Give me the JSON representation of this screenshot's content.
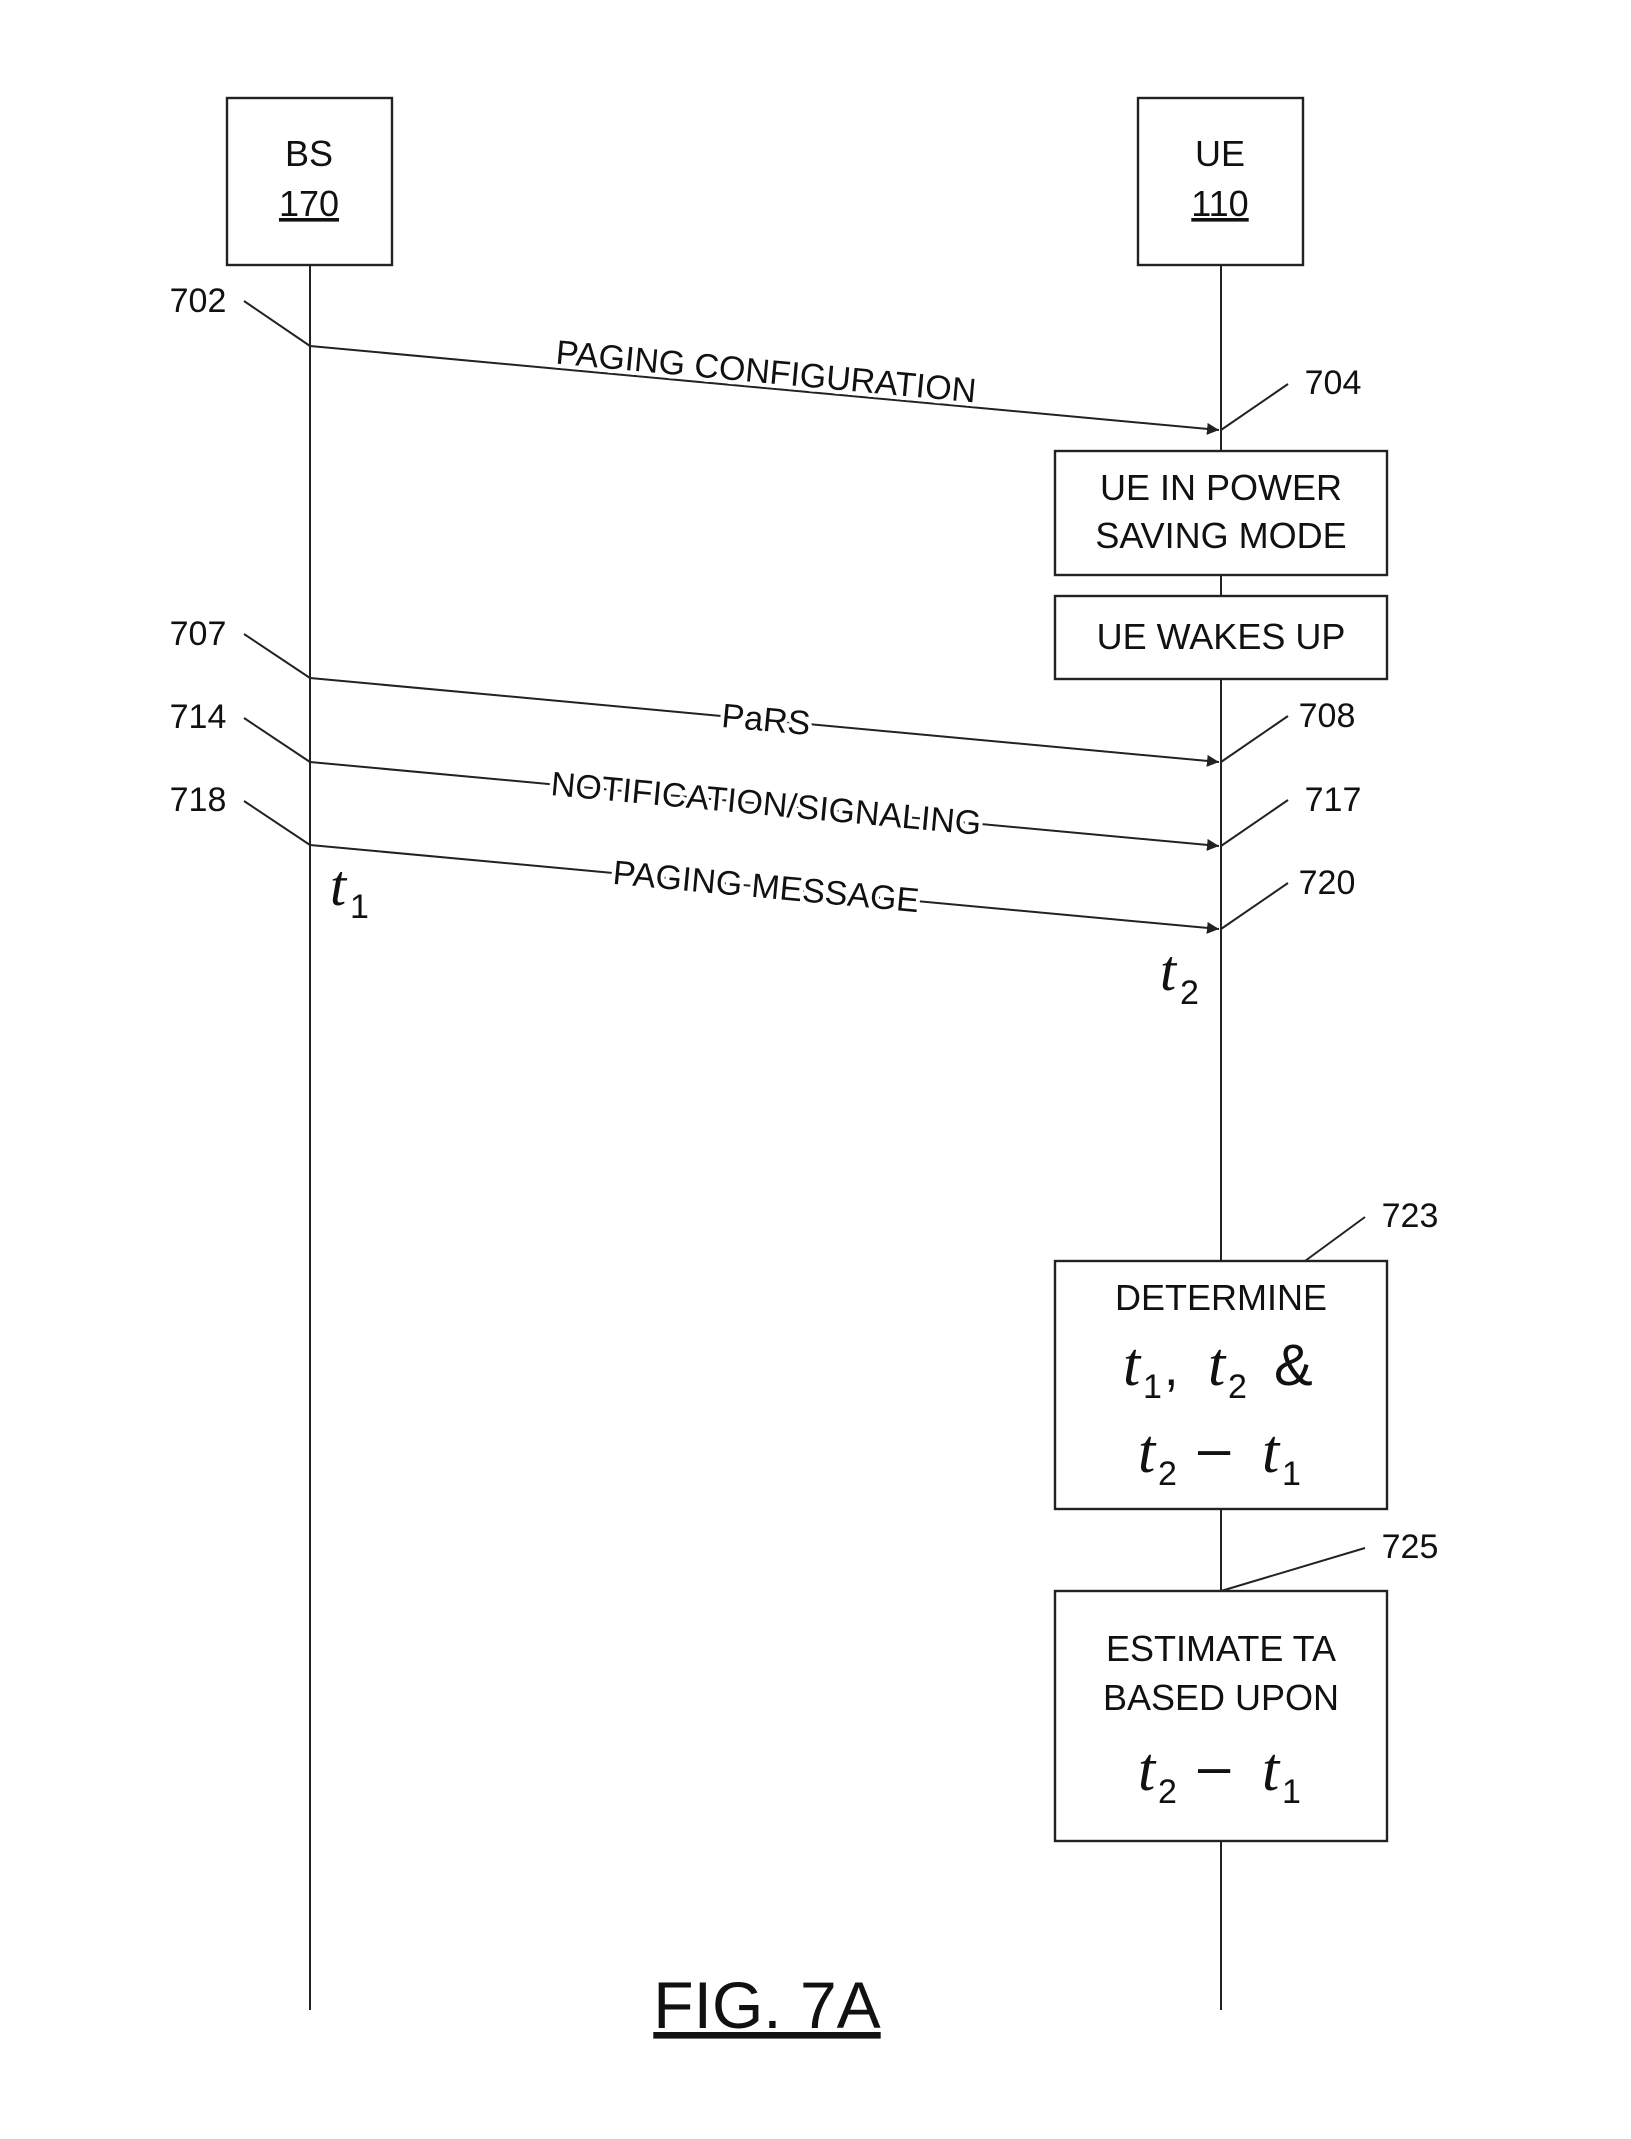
{
  "participants": {
    "bs": {
      "name": "BS",
      "number": "170"
    },
    "ue": {
      "name": "UE",
      "number": "110"
    }
  },
  "messages": [
    {
      "ref": "702",
      "label": "PAGING CONFIGURATION",
      "end_ref": "704"
    },
    {
      "ref": "707",
      "label": "PaRS",
      "end_ref": "708"
    },
    {
      "ref": "714",
      "label": "NOTIFICATION/SIGNALING",
      "end_ref": "717"
    },
    {
      "ref": "718",
      "label": "PAGING MESSAGE",
      "end_ref": "720"
    }
  ],
  "times": {
    "t1": "t",
    "t1_sub": "1",
    "t2": "t",
    "t2_sub": "2"
  },
  "ue_states": {
    "power_saving_line1": "UE IN POWER",
    "power_saving_line2": "SAVING MODE",
    "wakes_up": "UE WAKES UP"
  },
  "determine_box": {
    "ref": "723",
    "line1": "DETERMINE",
    "t": "t",
    "sub1": "1",
    "sub2": "2",
    "comma": ",",
    "amp": "&",
    "minus": "–"
  },
  "estimate_box": {
    "ref": "725",
    "line1": "ESTIMATE TA",
    "line2": "BASED UPON",
    "t": "t",
    "sub1": "1",
    "sub2": "2",
    "minus": "–"
  },
  "figure_label": "FIG. 7A"
}
